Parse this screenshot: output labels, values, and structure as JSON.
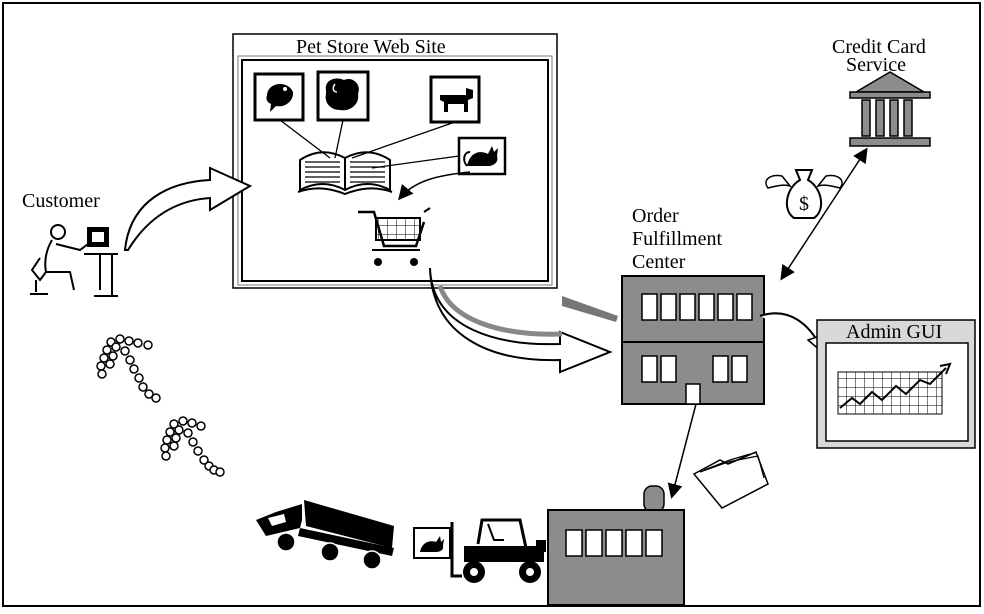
{
  "labels": {
    "customer": "Customer",
    "pet_store": "Pet Store Web Site",
    "credit_card_line1": "Credit Card",
    "credit_card_line2": "Service",
    "order_line1": "Order",
    "order_line2": "Fulfillment",
    "order_line3": "Center",
    "admin_gui": "Admin GUI"
  },
  "icons": {
    "money_bag_symbol": "$"
  },
  "colors": {
    "building_gray": "#8c8c8c",
    "window_gray": "#9a9a9a",
    "outline": "#000000",
    "frame_gray": "#7a7a7a"
  }
}
